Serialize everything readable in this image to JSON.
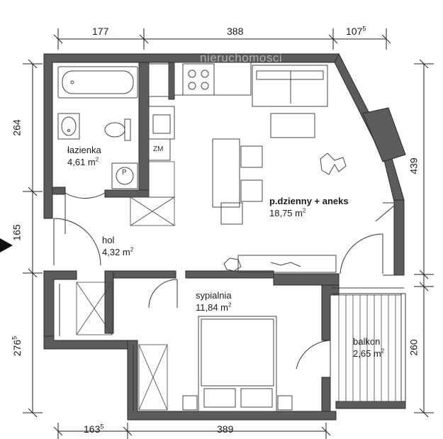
{
  "watermark": "nieruchomosci",
  "dimensions": {
    "top": [
      {
        "value": "177",
        "sup": ""
      },
      {
        "value": "388",
        "sup": ""
      },
      {
        "value": "107",
        "sup": "5"
      }
    ],
    "left": [
      {
        "value": "264",
        "sup": ""
      },
      {
        "value": "165",
        "sup": ""
      },
      {
        "value": "276",
        "sup": "5"
      }
    ],
    "right": [
      {
        "value": "439",
        "sup": ""
      },
      {
        "value": "260",
        "sup": ""
      }
    ],
    "bottom": [
      {
        "value": "163",
        "sup": "5"
      },
      {
        "value": "389",
        "sup": ""
      }
    ]
  },
  "rooms": {
    "bathroom": {
      "name": "łazienka",
      "area": "4,61 m",
      "unit_sup": "2"
    },
    "living": {
      "name": "p.dzienny + aneks",
      "area": "18,75 m",
      "unit_sup": "2"
    },
    "hall": {
      "name": "hol",
      "area": "4,32 m",
      "unit_sup": "2"
    },
    "bedroom": {
      "name": "sypialnia",
      "area": "11,84 m",
      "unit_sup": "2"
    },
    "balcony": {
      "name": "balkon",
      "area": "2,65 m",
      "unit_sup": "2"
    }
  },
  "fixtures": {
    "zm_label": "ZM",
    "p_label": "P"
  },
  "colors": {
    "wall": "#5a5a5a",
    "wall_outline": "#2a2a2a",
    "furniture": "#555555",
    "entrance_arrow": "#111111"
  }
}
